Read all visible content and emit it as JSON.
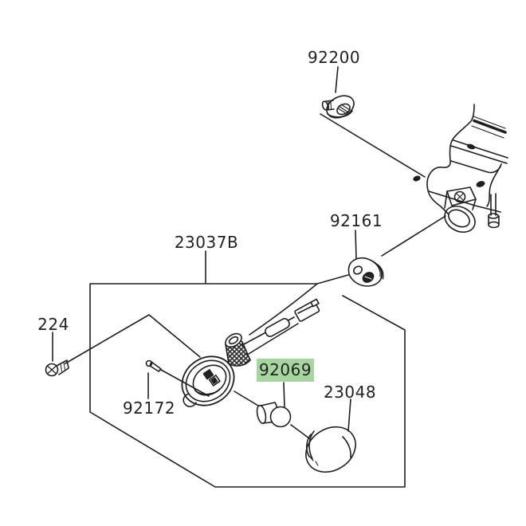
{
  "diagram": {
    "type": "exploded-parts-diagram",
    "background_color": "#ffffff",
    "line_color": "#1f1f1f",
    "highlight_color": "#a7d5a0",
    "highlighted_part": "92069",
    "labels": [
      {
        "id": "92200",
        "text": "92200",
        "highlighted": false
      },
      {
        "id": "92161",
        "text": "92161",
        "highlighted": false
      },
      {
        "id": "23037B",
        "text": "23037B",
        "highlighted": false
      },
      {
        "id": "224",
        "text": "224",
        "highlighted": false
      },
      {
        "id": "92172",
        "text": "92172",
        "highlighted": false
      },
      {
        "id": "92069",
        "text": "92069",
        "highlighted": true
      },
      {
        "id": "23048",
        "text": "23048",
        "highlighted": false
      }
    ]
  }
}
